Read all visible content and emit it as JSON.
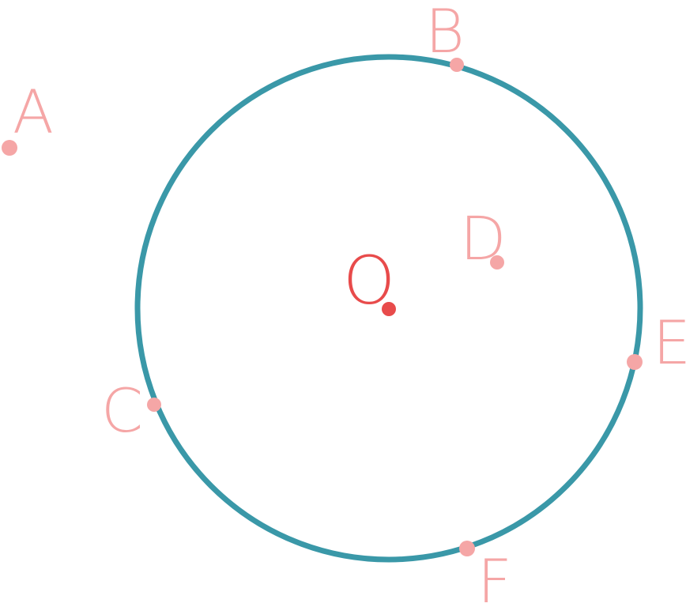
{
  "diagram": {
    "circle_color": "#3a98a8",
    "point_color": "#f5a6a6",
    "center_color": "#e84b4b",
    "center": {
      "label": "O"
    },
    "points": [
      {
        "id": "A",
        "label": "A"
      },
      {
        "id": "B",
        "label": "B"
      },
      {
        "id": "C",
        "label": "C"
      },
      {
        "id": "D",
        "label": "D"
      },
      {
        "id": "E",
        "label": "E"
      },
      {
        "id": "F",
        "label": "F"
      }
    ]
  }
}
